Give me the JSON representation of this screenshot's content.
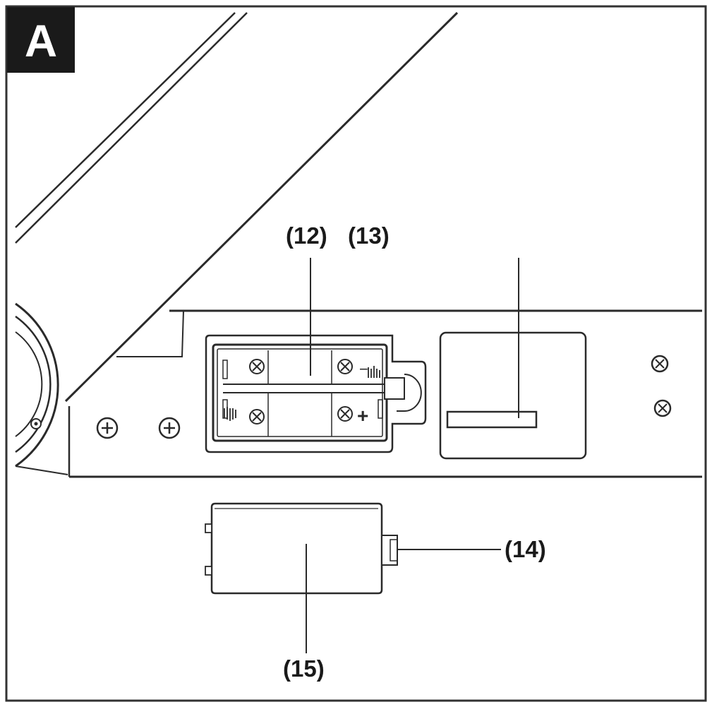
{
  "figure": {
    "badge": "A",
    "callouts": [
      {
        "id": "c12",
        "text": "(12)"
      },
      {
        "id": "c13",
        "text": "(13)"
      },
      {
        "id": "c14",
        "text": "(14)"
      },
      {
        "id": "c15",
        "text": "(15)"
      }
    ],
    "battery_polarity": {
      "plus": "+",
      "minus": "−"
    },
    "colors": {
      "ink": "#2a2a2a",
      "badge_bg": "#1a1a1a",
      "paper": "#ffffff"
    }
  }
}
